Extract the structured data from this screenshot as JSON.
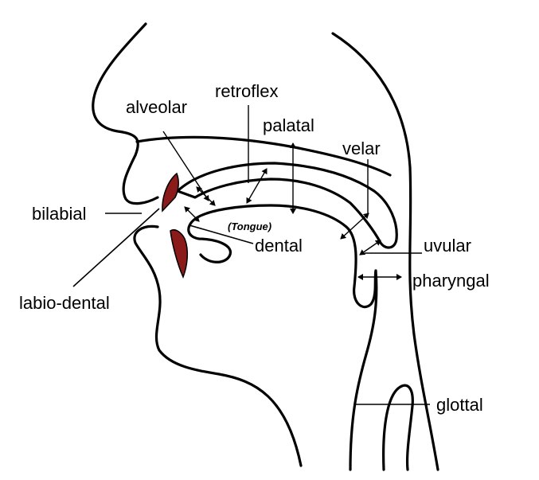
{
  "labels": {
    "retroflex": "retroflex",
    "alveolar": "alveolar",
    "palatal": "palatal",
    "velar": "velar",
    "bilabial": "bilabial",
    "tongue": "(Tongue)",
    "dental": "dental",
    "uvular": "uvular",
    "pharyngal": "pharyngal",
    "labio_dental": "labio-dental",
    "glottal": "glottal"
  },
  "colors": {
    "teeth": "#8b1a1a",
    "ink": "#000000",
    "background": "#ffffff"
  }
}
